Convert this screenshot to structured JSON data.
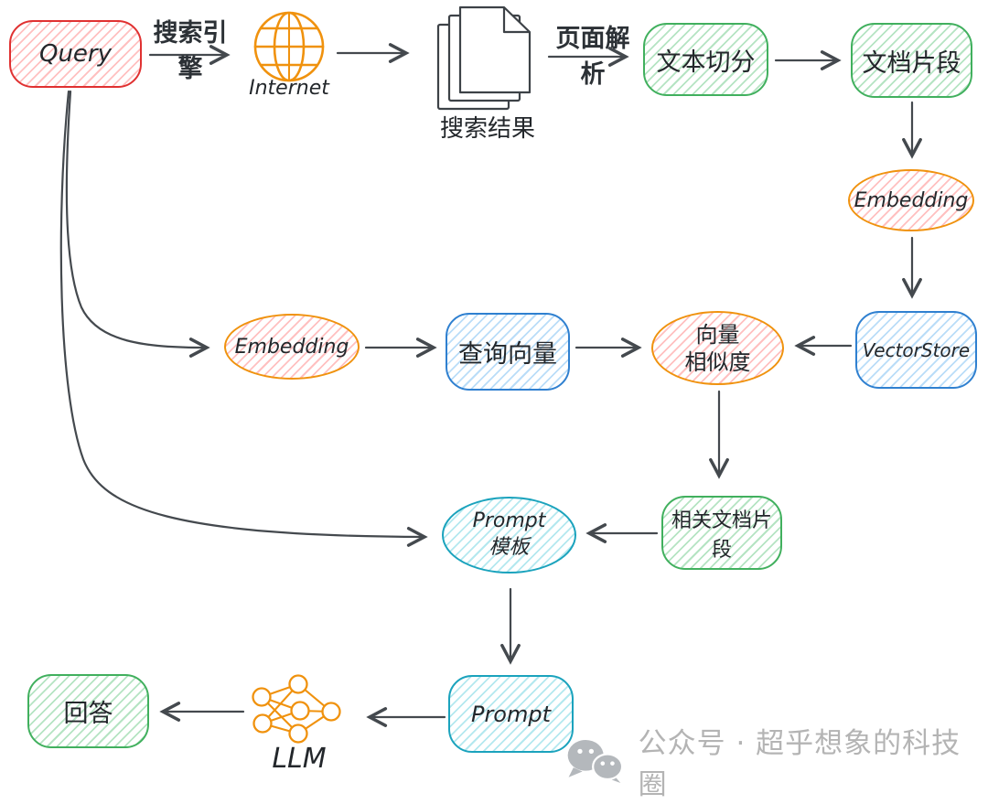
{
  "diagram": {
    "title": "RAG web-search question answering flow",
    "nodes": {
      "query": {
        "label": "Query",
        "shape": "rounded-box",
        "color": "red"
      },
      "internet": {
        "label": "Internet",
        "shape": "globe-icon",
        "color": "orange"
      },
      "search_results": {
        "label": "搜索结果",
        "shape": "documents-icon"
      },
      "text_split": {
        "label": "文本切分",
        "shape": "rounded-box",
        "color": "green"
      },
      "doc_fragments": {
        "label": "文档片段",
        "shape": "rounded-box",
        "color": "green"
      },
      "embedding_top": {
        "label": "Embedding",
        "shape": "ellipse",
        "color": "orange-red"
      },
      "vector_store": {
        "label": "VectorStore",
        "shape": "rounded-box",
        "color": "blue"
      },
      "vector_similarity": {
        "label": "向量\n相似度",
        "shape": "ellipse",
        "color": "orange-red"
      },
      "embedding_query": {
        "label": "Embedding",
        "shape": "ellipse",
        "color": "orange-red"
      },
      "query_vector": {
        "label": "查询向量",
        "shape": "rounded-box",
        "color": "blue"
      },
      "related_fragments": {
        "label": "相关文档片段",
        "shape": "rounded-box",
        "color": "green"
      },
      "prompt_template": {
        "label": "Prompt\n模板",
        "shape": "ellipse",
        "color": "teal"
      },
      "prompt": {
        "label": "Prompt",
        "shape": "rounded-box",
        "color": "teal"
      },
      "llm": {
        "label": "LLM",
        "shape": "neural-network-icon",
        "color": "orange"
      },
      "answer": {
        "label": "回答",
        "shape": "rounded-box",
        "color": "green"
      }
    },
    "edge_labels": {
      "search_engine": "搜索引擎",
      "page_parse": "页面解析"
    },
    "edges": [
      "query -> internet (搜索引擎)",
      "internet -> search_results",
      "search_results -> text_split (页面解析)",
      "text_split -> doc_fragments",
      "doc_fragments -> embedding_top",
      "embedding_top -> vector_store",
      "vector_store -> vector_similarity",
      "query -> embedding_query",
      "embedding_query -> query_vector",
      "query_vector -> vector_similarity",
      "vector_similarity -> related_fragments",
      "related_fragments -> prompt_template",
      "query -> prompt_template",
      "prompt_template -> prompt",
      "prompt -> llm",
      "llm -> answer"
    ],
    "colors": {
      "red_border": "#e03131",
      "green_border": "#41b05e",
      "blue_border": "#2f80d0",
      "orange": "#f0920e",
      "teal_border": "#1ba3bd",
      "arrow": "#44494e",
      "text": "#23272b",
      "watermark_gray": "#b4b4b4"
    },
    "watermark": {
      "text": "公众号 · 超乎想象的科技圈",
      "icon": "wechat-icon"
    }
  }
}
